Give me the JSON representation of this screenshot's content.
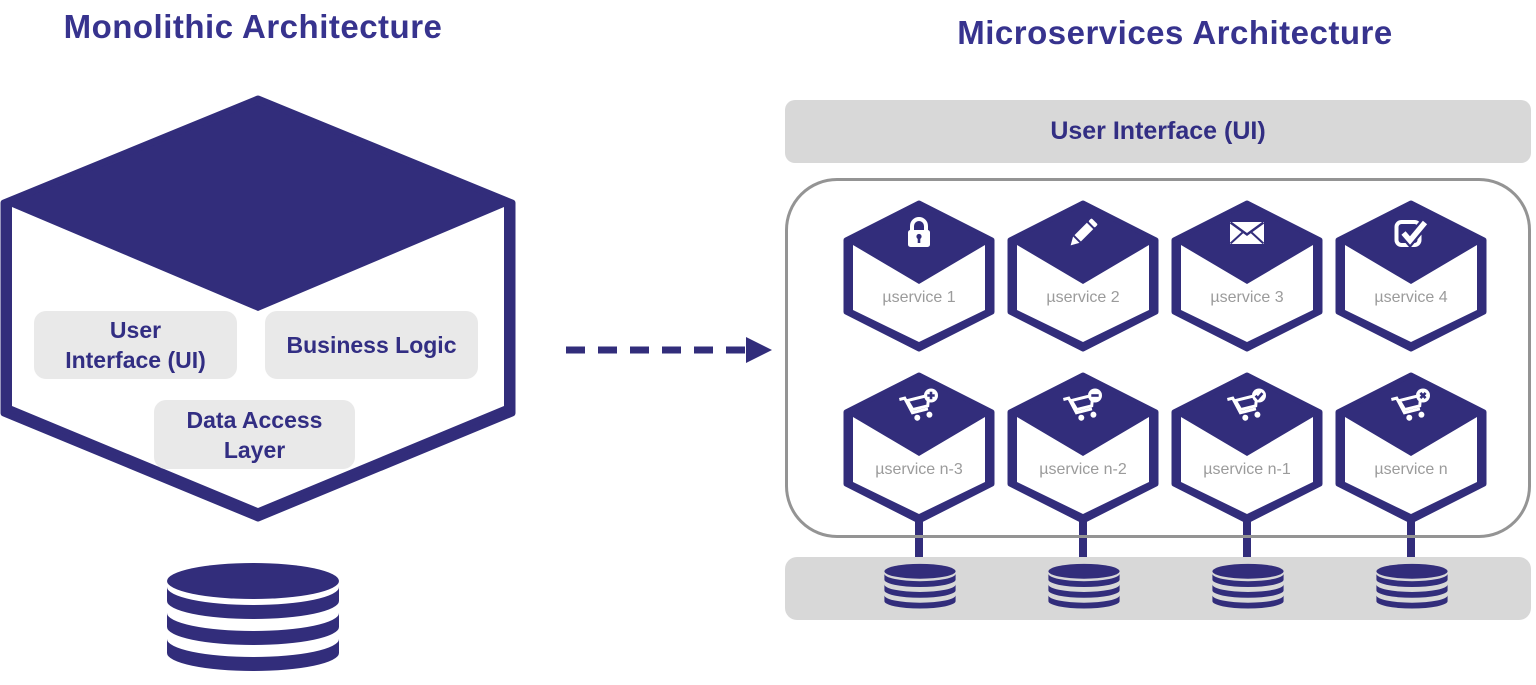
{
  "colors": {
    "brand_dark": "#322d7b",
    "title_color": "#37338e",
    "box_text_color": "#322e83",
    "light_box_fill": "#e9e9e9",
    "gray_bar_fill": "#d8d8d8",
    "service_label_gray": "#9b9b9b",
    "container_border_gray": "#949494"
  },
  "left": {
    "title": "Monolithic Architecture",
    "cube_icon": "monolith-cube-icon",
    "boxes": {
      "ui": {
        "line1": "User",
        "line2": "Interface (UI)"
      },
      "business": {
        "label": "Business Logic"
      },
      "dal": {
        "line1": "Data Access",
        "line2": "Layer"
      }
    },
    "database_icon": "database-stack-icon"
  },
  "arrow": {
    "icon": "dashed-right-arrow-icon"
  },
  "right": {
    "title": "Microservices Architecture",
    "ui_bar_label": "User Interface (UI)",
    "services": [
      {
        "label": "µservice 1",
        "icon": "lock-icon"
      },
      {
        "label": "µservice 2",
        "icon": "pencil-icon"
      },
      {
        "label": "µservice 3",
        "icon": "envelope-icon"
      },
      {
        "label": "µservice 4",
        "icon": "checkbox-icon"
      },
      {
        "label": "µservice n-3",
        "icon": "cart-add-icon"
      },
      {
        "label": "µservice n-2",
        "icon": "cart-remove-icon"
      },
      {
        "label": "µservice n-1",
        "icon": "cart-check-icon"
      },
      {
        "label": "µservice n",
        "icon": "cart-x-icon"
      }
    ],
    "database_icons": [
      "database-stack-icon",
      "database-stack-icon",
      "database-stack-icon",
      "database-stack-icon"
    ]
  }
}
